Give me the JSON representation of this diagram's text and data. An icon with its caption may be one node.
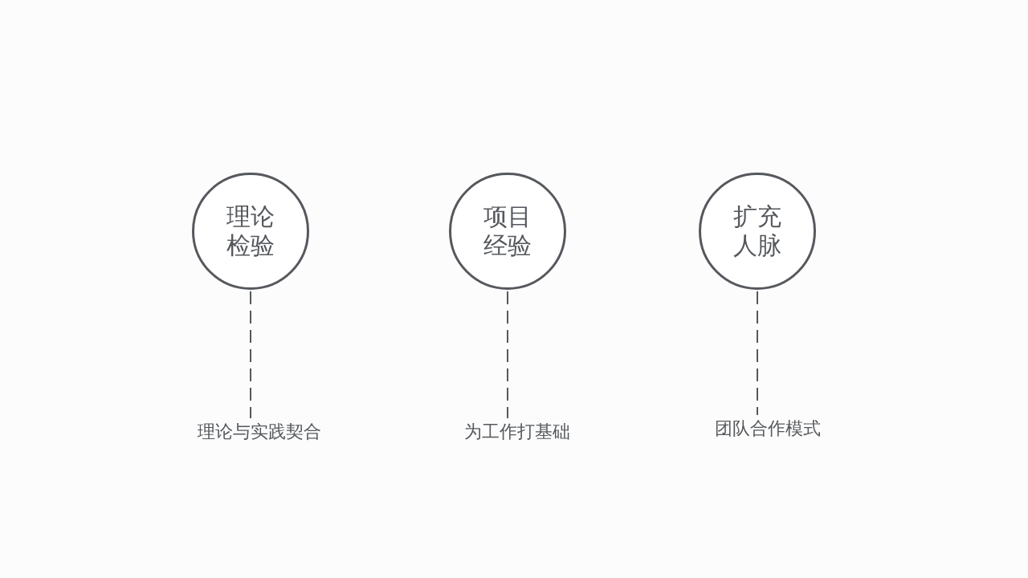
{
  "diagram": {
    "nodes": [
      {
        "text": [
          "理论检验"
        ]
      },
      {
        "text": [
          "项目经验"
        ]
      },
      {
        "text": [
          "扩充人脉"
        ]
      },
      {
        "text": [
          "理论与实践契合"
        ]
      },
      {
        "text": [
          "为工作打基础"
        ]
      },
      {
        "text": [
          "团队合作模式"
        ]
      }
    ],
    "edges": [
      {
        "from": 0,
        "to": 3,
        "arrow": "none",
        "style": "dashed"
      },
      {
        "from": 1,
        "to": 4,
        "arrow": "none",
        "style": "dashed"
      },
      {
        "from": 2,
        "to": 5,
        "arrow": "none",
        "style": "dashed"
      }
    ]
  }
}
